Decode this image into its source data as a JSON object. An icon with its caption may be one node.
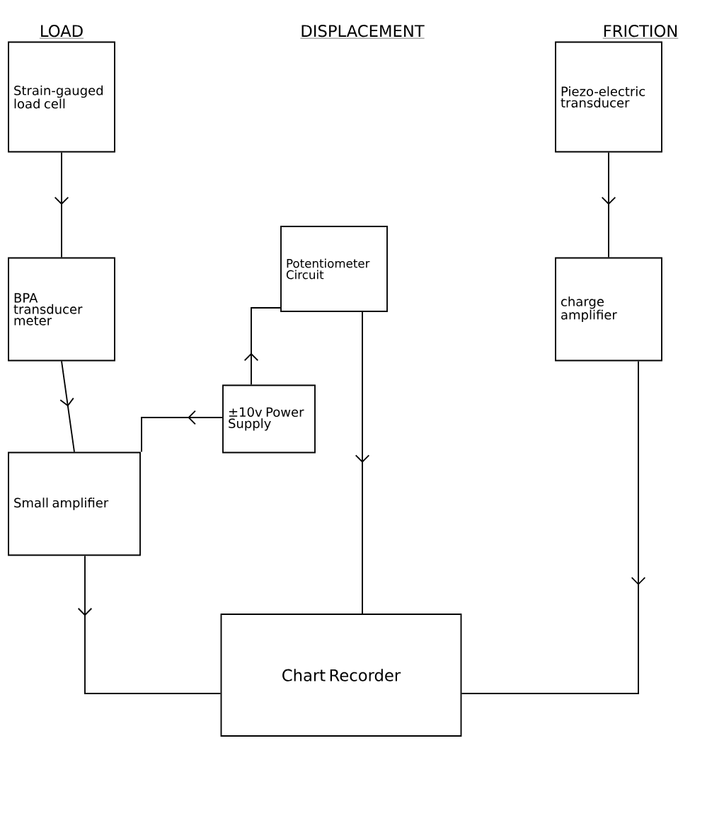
{
  "diagram": {
    "nodes": [
      {
        "text": [
          "Strain-gauged load cell"
        ]
      },
      {
        "text": [
          "BPA transducer meter"
        ]
      },
      {
        "text": [
          "Small amplifier"
        ]
      },
      {
        "text": [
          "Potentiometer Circuit"
        ]
      },
      {
        "text": [
          "±10v Power Supply"
        ]
      },
      {
        "text": [
          "Chart Recorder"
        ]
      },
      {
        "text": [
          "Piezo-electric transducer"
        ]
      },
      {
        "text": [
          "charge amplifier"
        ]
      }
    ],
    "edges": [
      {
        "from": 0,
        "to": 1,
        "arrow": "to"
      },
      {
        "from": 1,
        "to": 2,
        "arrow": "to"
      },
      {
        "from": 2,
        "to": 5,
        "arrow": "to"
      },
      {
        "from": 4,
        "to": 3,
        "arrow": "to"
      },
      {
        "from": 4,
        "to": 2,
        "arrow": "to"
      },
      {
        "from": 3,
        "to": 5,
        "arrow": "to"
      },
      {
        "from": 6,
        "to": 7,
        "arrow": "to"
      },
      {
        "from": 7,
        "to": 5,
        "arrow": "to"
      }
    ],
    "labels": [
      "LOAD",
      "DISPLACEMENT",
      "FRICTION"
    ]
  }
}
